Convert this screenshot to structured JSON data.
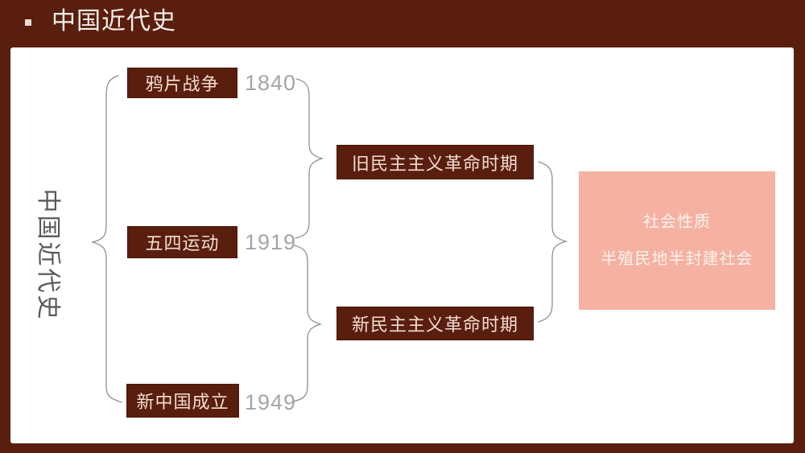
{
  "theme": {
    "brown": "#5a1e0e",
    "pink_box": "#f5b1a1",
    "box_text": "#f3ddd2",
    "year_gray": "#a5a5a5",
    "root_gray": "#595959",
    "brace_gray": "#8f8f8f",
    "panel_white": "#ffffff"
  },
  "header": {
    "bullet": "square-bullet",
    "title": "中国近代史"
  },
  "diagram": {
    "root_label": "中国近代史",
    "events": [
      {
        "label": "鸦片战争",
        "year": "1840"
      },
      {
        "label": "五四运动",
        "year": "1919"
      },
      {
        "label": "新中国成立",
        "year": "1949"
      }
    ],
    "periods": [
      {
        "label": "旧民主主义革命时期"
      },
      {
        "label": "新民主主义革命时期"
      }
    ],
    "result": {
      "line1": "社会性质",
      "line2": "半殖民地半封建社会"
    }
  }
}
